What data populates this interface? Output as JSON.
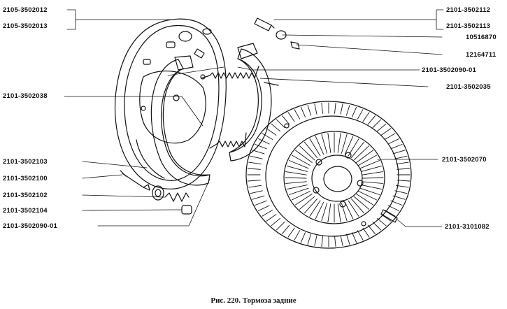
{
  "labels": {
    "l1": "2105-3502012",
    "l2": "2105-3502013",
    "l3": "2101-3502038",
    "l4": "2101-3502103",
    "l5": "2101-3502100",
    "l6": "2101-3502102",
    "l7": "2101-3502104",
    "l8": "2101-3502090-01",
    "r1": "2101-3502112",
    "r2": "2101-3502113",
    "r3": "10516870",
    "r4": "12164711",
    "r5": "2101-3502090-01",
    "r6": "2101-3502035",
    "r7": "2101-3502070",
    "r8": "2101-3101082"
  },
  "caption": "Рис. 220. Тормоза задние"
}
